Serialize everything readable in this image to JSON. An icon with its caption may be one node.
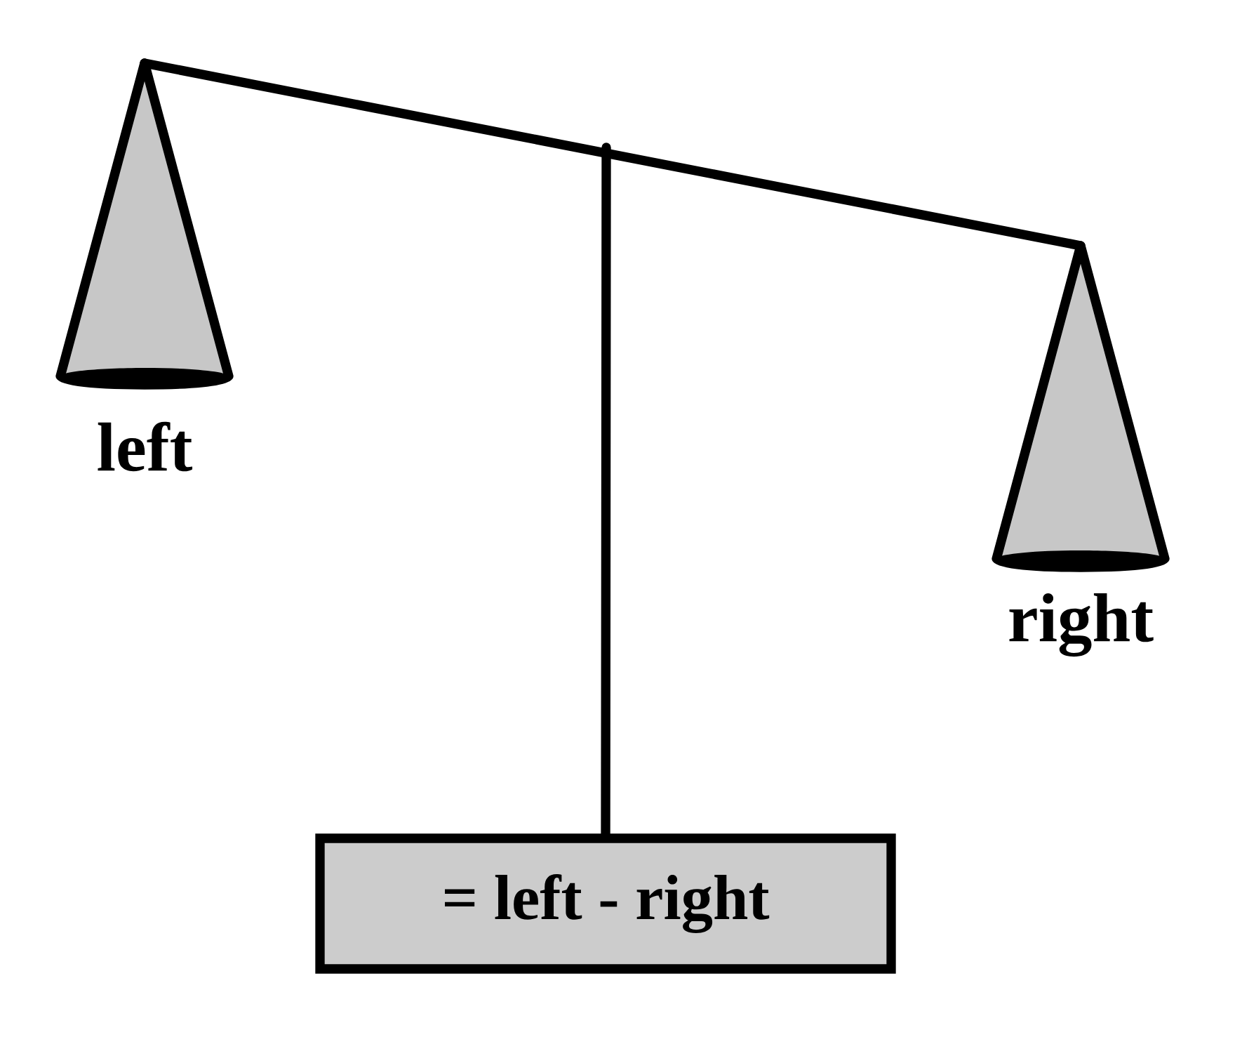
{
  "diagram": {
    "nodes": [
      {
        "text": [
          "left"
        ]
      },
      {
        "text": [
          "right"
        ]
      },
      {
        "text": [
          "= left - right"
        ]
      }
    ],
    "edges": [
      {
        "from": 0,
        "to": 1,
        "arrow": "none"
      },
      {
        "from": null,
        "to": 2,
        "arrow": "none"
      }
    ]
  }
}
